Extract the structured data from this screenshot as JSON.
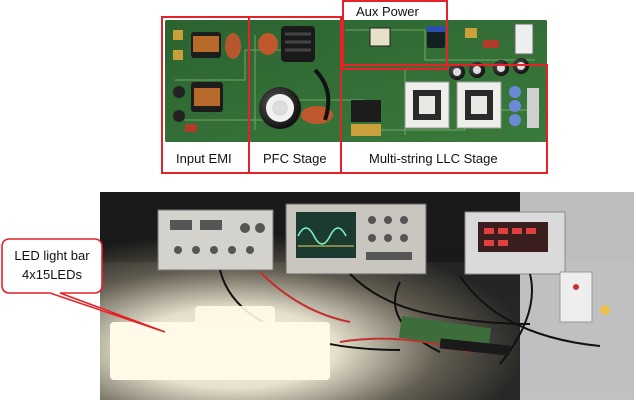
{
  "annotations": {
    "input_emi": "Input EMI",
    "pfc_stage": "PFC Stage",
    "aux_power": "Aux Power",
    "llc_stage": "Multi-string LLC Stage"
  },
  "callout": {
    "line1": "LED light bar",
    "line2": "4x15LEDs"
  },
  "colors": {
    "annotation_box": "#e4222a",
    "pcb": "#2f6a34",
    "led_glow": "#fffbe6"
  }
}
